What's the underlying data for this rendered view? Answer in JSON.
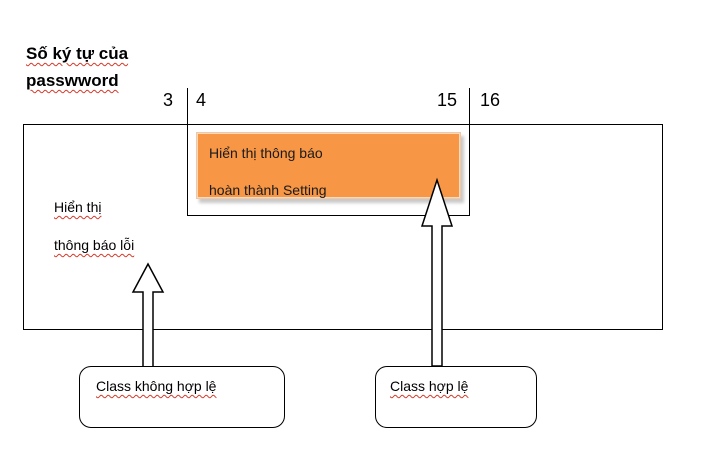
{
  "title": {
    "line1": "Số ký tự của",
    "line2": "passwword"
  },
  "boundaries": {
    "b3": "3",
    "b4": "4",
    "b15": "15",
    "b16": "16"
  },
  "valid_output": {
    "line1": "Hiển thị thông báo",
    "line2": "hoàn thành Setting"
  },
  "invalid_output": {
    "line1": "Hiển thị",
    "line2": "thông báo lỗi"
  },
  "classes": {
    "invalid": "Class không hợp lệ",
    "valid": "Class hợp lệ"
  },
  "colors": {
    "panel_fill": "#f79645",
    "spellcheck_underline": "#d23a2a"
  }
}
